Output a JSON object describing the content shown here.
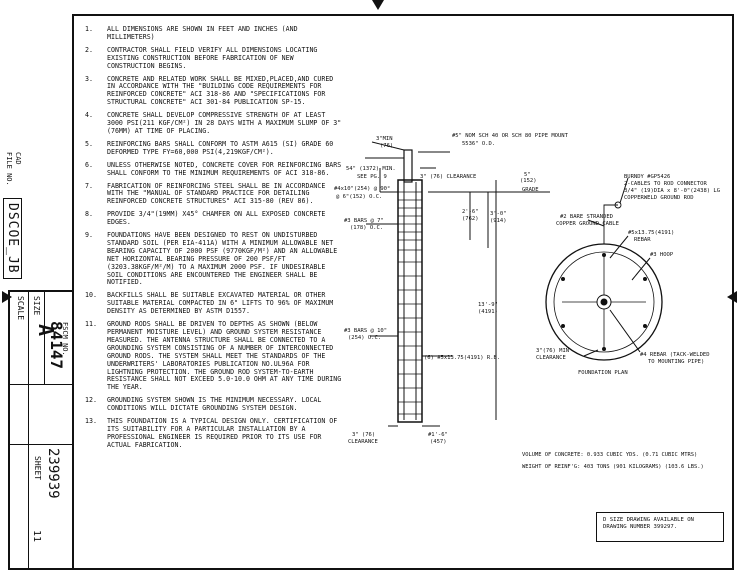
{
  "title_block": {
    "cad_label": "CAD",
    "file_label": "FILE NO.",
    "file_no": "DSCOE_JB",
    "size_label": "SIZE",
    "size_value": "A",
    "fscm_label": "FSCM NO.",
    "fscm_value": "84147",
    "scale_label": "SCALE",
    "drawing_no": "239939",
    "sheet_label": "SHEET",
    "sheet_value": "11"
  },
  "notes": [
    {
      "num": "1.",
      "text": "ALL DIMENSIONS ARE SHOWN IN FEET AND INCHES (AND MILLIMETERS)"
    },
    {
      "num": "2.",
      "text": "CONTRACTOR SHALL FIELD VERIFY ALL DIMENSIONS LOCATING EXISTING CONSTRUCTION BEFORE FABRICATION OF NEW CONSTRUCTION BEGINS."
    },
    {
      "num": "3.",
      "text": "CONCRETE AND RELATED WORK SHALL BE MIXED,PLACED,AND CURED IN ACCORDANCE WITH THE \"BUILDING CODE REQUIREMENTS FOR REINFORCED CONCRETE\" ACI 318-86 AND \"SPECIFICATIONS FOR STRUCTURAL CONCRETE\" ACI 301-84 PUBLICATION SP-15."
    },
    {
      "num": "4.",
      "text": "CONCRETE SHALL DEVELOP COMPRESSIVE STRENGTH OF AT LEAST 3000 PSI(211 kgf/cm²) IN 28 DAYS WITH A MAXIMUM SLUMP OF 3\"(76mm) AT TIME OF PLACING."
    },
    {
      "num": "5.",
      "text": "REINFORCING BARS SHALL CONFORM TO ASTM A615 (SI) GRADE 60 DEFORMED TYPE Fy=60,000 PSI(4,219kgf/cm²)."
    },
    {
      "num": "6.",
      "text": "UNLESS OTHERWISE NOTED, CONCRETE COVER FOR REINFORCING BARS SHALL CONFORM TO THE MINIMUM REQUIREMENTS OF ACI 318-86."
    },
    {
      "num": "7.",
      "text": "FABRICATION OF REINFORCING STEEL SHALL BE IN ACCORDANCE WITH THE \"MANUAL OF STANDARD PRACTICE FOR DETAILING REINFORCED CONCRETE STRUCTURES\" ACI 315-80 (REV 86)."
    },
    {
      "num": "8.",
      "text": "PROVIDE 3/4\"(19mm) x45° CHAMFER ON ALL EXPOSED CONCRETE EDGES."
    },
    {
      "num": "9.",
      "text": "FOUNDATIONS HAVE BEEN DESIGNED TO REST ON UNDISTURBED STANDARD SOIL (PER EIA-411A) WITH A MINIMUM ALLOWABLE NET BEARING CAPACITY OF 2000 PSF (9770kgf/m²) AND AN ALLOWABLE NET HORIZONTAL BEARING PRESSURE OF 200 PSF/FT (3203.38kgf/m²/m) TO A MAXIMUM 2000 PSF. IF UNDESIRABLE SOIL CONDITIONS ARE ENCOUNTERED THE ENGINEER SHALL BE NOTIFIED."
    },
    {
      "num": "10.",
      "text": "BACKFILLS SHALL BE SUITABLE EXCAVATED MATERIAL OR OTHER SUITABLE MATERIAL COMPACTED IN 6\" LIFTS TO 96% OF MAXIMUM DENSITY AS DETERMINED BY ASTM D1557."
    },
    {
      "num": "11.",
      "text": "GROUND RODS SHALL BE DRIVEN TO DEPTHS AS SHOWN (BELOW PERMANENT MOISTURE LEVEL) AND GROUND SYSTEM RESISTANCE MEASURED. THE ANTENNA STRUCTURE SHALL BE CONNECTED TO A GROUNDING SYSTEM CONSISTING OF A NUMBER OF INTERCONNECTED GROUND RODS. THE SYSTEM SHALL MEET THE STANDARDS OF THE UNDERWRITERS' LABORATORIES PUBLICATION NO.UL96A FOR LIGHTNING PROTECTION. THE GROUND ROD SYSTEM-TO-EARTH RESISTANCE SHALL NOT EXCEED 5.0-10.0 OHM AT ANY TIME DURING THE YEAR."
    },
    {
      "num": "12.",
      "text": "GROUNDING SYSTEM SHOWN IS THE MINIMUM NECESSARY. LOCAL CONDITIONS WILL DICTATE GROUNDING SYSTEM DESIGN."
    },
    {
      "num": "13.",
      "text": "THIS FOUNDATION IS A TYPICAL DESIGN ONLY. CERTIFICATION OF ITS SUITABILITY FOR A PARTICULAR INSTALLATION BY A PROFESSIONAL ENGINEER IS REQUIRED PRIOR TO ITS USE FOR ACTUAL FABRICATION."
    }
  ],
  "section_labels": {
    "min3": "3\"MIN",
    "min3mm": "(76)",
    "pipe": "#5\" NOM SCH 40 OR SCH 80 PIPE MOUNT",
    "pipe_size": "5536\" O.D.",
    "top_dim": "54\" (1372) MIN.",
    "see_pg": "SEE PG. 9",
    "clear3": "3\" (76) CLEARANCE",
    "dim5": "5\"",
    "dim5mm": "(152)",
    "grade": "GRADE",
    "bars_left": "#4x10\"(254) @ 90°",
    "bars_left2": "@ 6\"(152) O.C.",
    "bars7a": "#3 BARS @ 7\"",
    "bars7b": "(178) O.C.",
    "d26a": "2'-6\"",
    "d26b": "(762)",
    "d30a": "3'-0\"",
    "d30b": "(914)",
    "d139a": "13'-9\"",
    "d139b": "(4191)",
    "bars10a": "#3 BARS @ 10\"",
    "bars10b": "(254) O.C.",
    "rb": "(6) #5x13.75(4191) R.B.",
    "clr_bot_a": "3\" (76)",
    "clr_bot_b": "CLEARANCE",
    "d16a": "#1'-6\"",
    "d16b": "(457)"
  },
  "plan_labels": {
    "burndy_a": "BURNDY #GP5426",
    "burndy_b": "2-CABLES TO ROD CONNECTOR",
    "burndy_c": "3/4\" (19)DIA x 8'-0\"(2438) LG",
    "burndy_d": "COPPERWELD GROUND ROD",
    "cable_a": "#2 BARE STRANDED",
    "cable_b": "COPPER GROUND CABLE",
    "rebar_a": "#5x13.75(4191)",
    "rebar_b": "REBAR",
    "hoop": "#3 HOOP",
    "min_a": "3\"(76) MIN",
    "min_b": "CLEARANCE",
    "tack_a": "#4 REBAR (TACK-WELDED",
    "tack_b": "TO MOUNTING PIPE)",
    "plan_title": "FOUNDATION PLAN"
  },
  "quantities": {
    "volume": "VOLUME OF CONCRETE: 0.933 CUBIC YDS. (0.71 CUBIC MTRS)",
    "weight": "WEIGHT OF REINF'G: 403 TONS (901 KILOGRAMS) (103.6 LBS.)"
  },
  "dsize_note": "D SIZE DRAWING AVAILABLE ON DRAWING NUMBER 399297."
}
